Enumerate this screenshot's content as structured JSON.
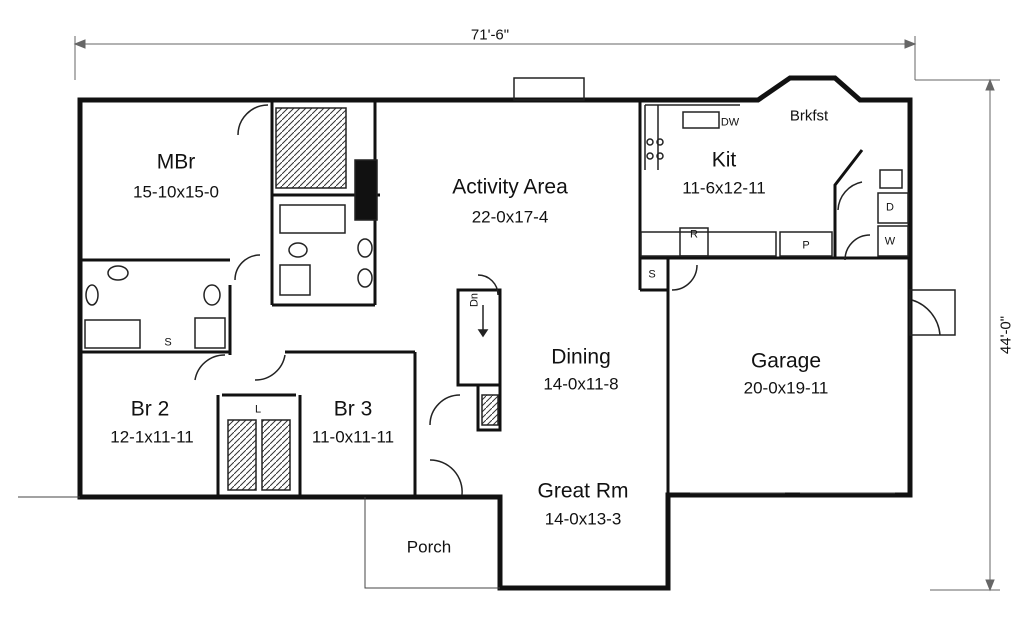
{
  "overall": {
    "width": "71'-6\"",
    "depth": "44'-0\""
  },
  "rooms": {
    "mbr": {
      "name": "MBr",
      "size": "15-10x15-0"
    },
    "activity": {
      "name": "Activity Area",
      "size": "22-0x17-4"
    },
    "kit": {
      "name": "Kit",
      "size": "11-6x12-11"
    },
    "brkfst": {
      "name": "Brkfst"
    },
    "dining": {
      "name": "Dining",
      "size": "14-0x11-8"
    },
    "garage": {
      "name": "Garage",
      "size": "20-0x19-11"
    },
    "br2": {
      "name": "Br 2",
      "size": "12-1x11-11"
    },
    "br3": {
      "name": "Br 3",
      "size": "11-0x11-11"
    },
    "great": {
      "name": "Great Rm",
      "size": "14-0x13-3"
    },
    "porch": {
      "name": "Porch"
    }
  },
  "fixtures": {
    "dw": "DW",
    "r": "R",
    "p": "P",
    "d": "D",
    "w": "W",
    "s_garage": "S",
    "s_bath": "S",
    "linen": "L",
    "stair": "Dn"
  }
}
